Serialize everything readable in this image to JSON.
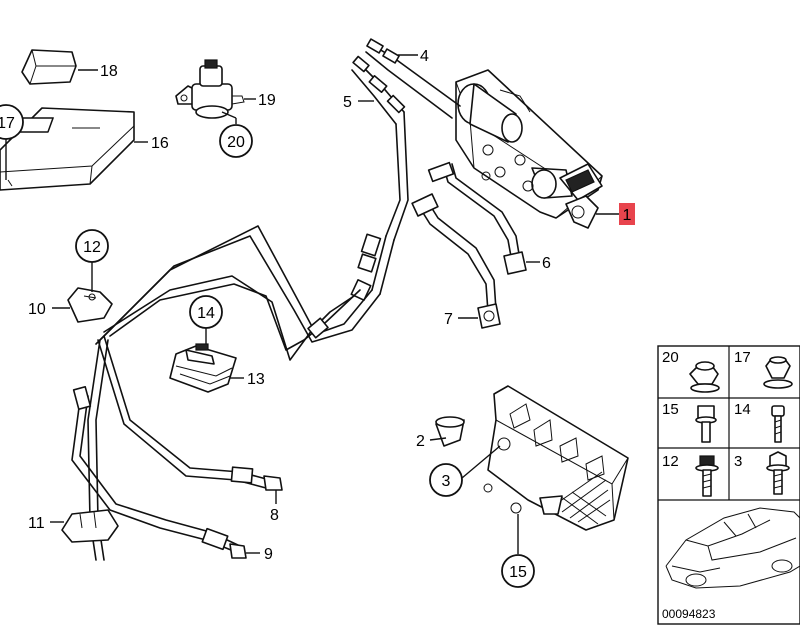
{
  "callouts": {
    "c1": "1",
    "c2": "2",
    "c3": "3",
    "c4": "4",
    "c5": "5",
    "c6": "6",
    "c7": "7",
    "c8": "8",
    "c9": "9",
    "c10": "10",
    "c11": "11",
    "c12": "12",
    "c13": "13",
    "c14": "14",
    "c15": "15",
    "c16": "16",
    "c17": "17",
    "c18": "18",
    "c19": "19",
    "c20": "20"
  },
  "inset": {
    "cells": [
      "20",
      "17",
      "15",
      "14",
      "12",
      "3"
    ]
  },
  "diagram_id": "00094823",
  "colors": {
    "highlight": "#e8444d",
    "line": "#111111"
  }
}
